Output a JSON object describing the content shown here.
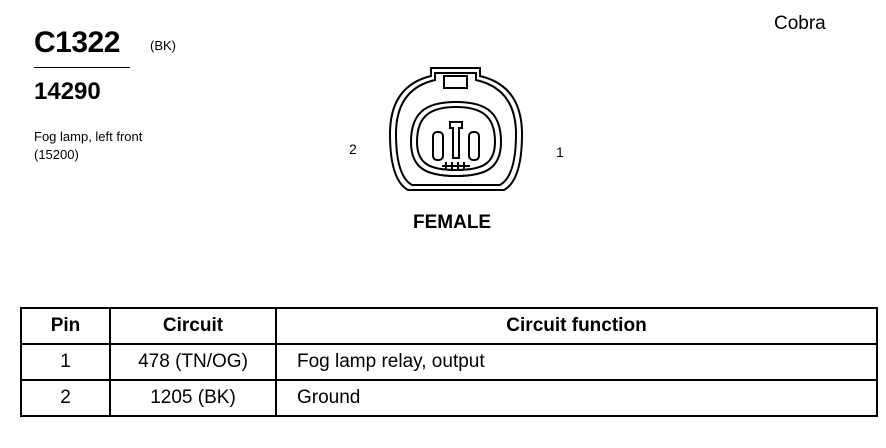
{
  "header": {
    "connector_id": "C1322",
    "color_code": "(BK)",
    "part_number": "14290",
    "description_line1": "Fog lamp, left front",
    "description_line2": "(15200)",
    "model": "Cobra"
  },
  "connector": {
    "pin_left_label": "2",
    "pin_right_label": "1",
    "gender_label": "FEMALE"
  },
  "table": {
    "headers": [
      "Pin",
      "Circuit",
      "Circuit function"
    ],
    "rows": [
      [
        "1",
        "478 (TN/OG)",
        "Fog lamp relay, output"
      ],
      [
        "2",
        "1205 (BK)",
        "Ground"
      ]
    ]
  }
}
